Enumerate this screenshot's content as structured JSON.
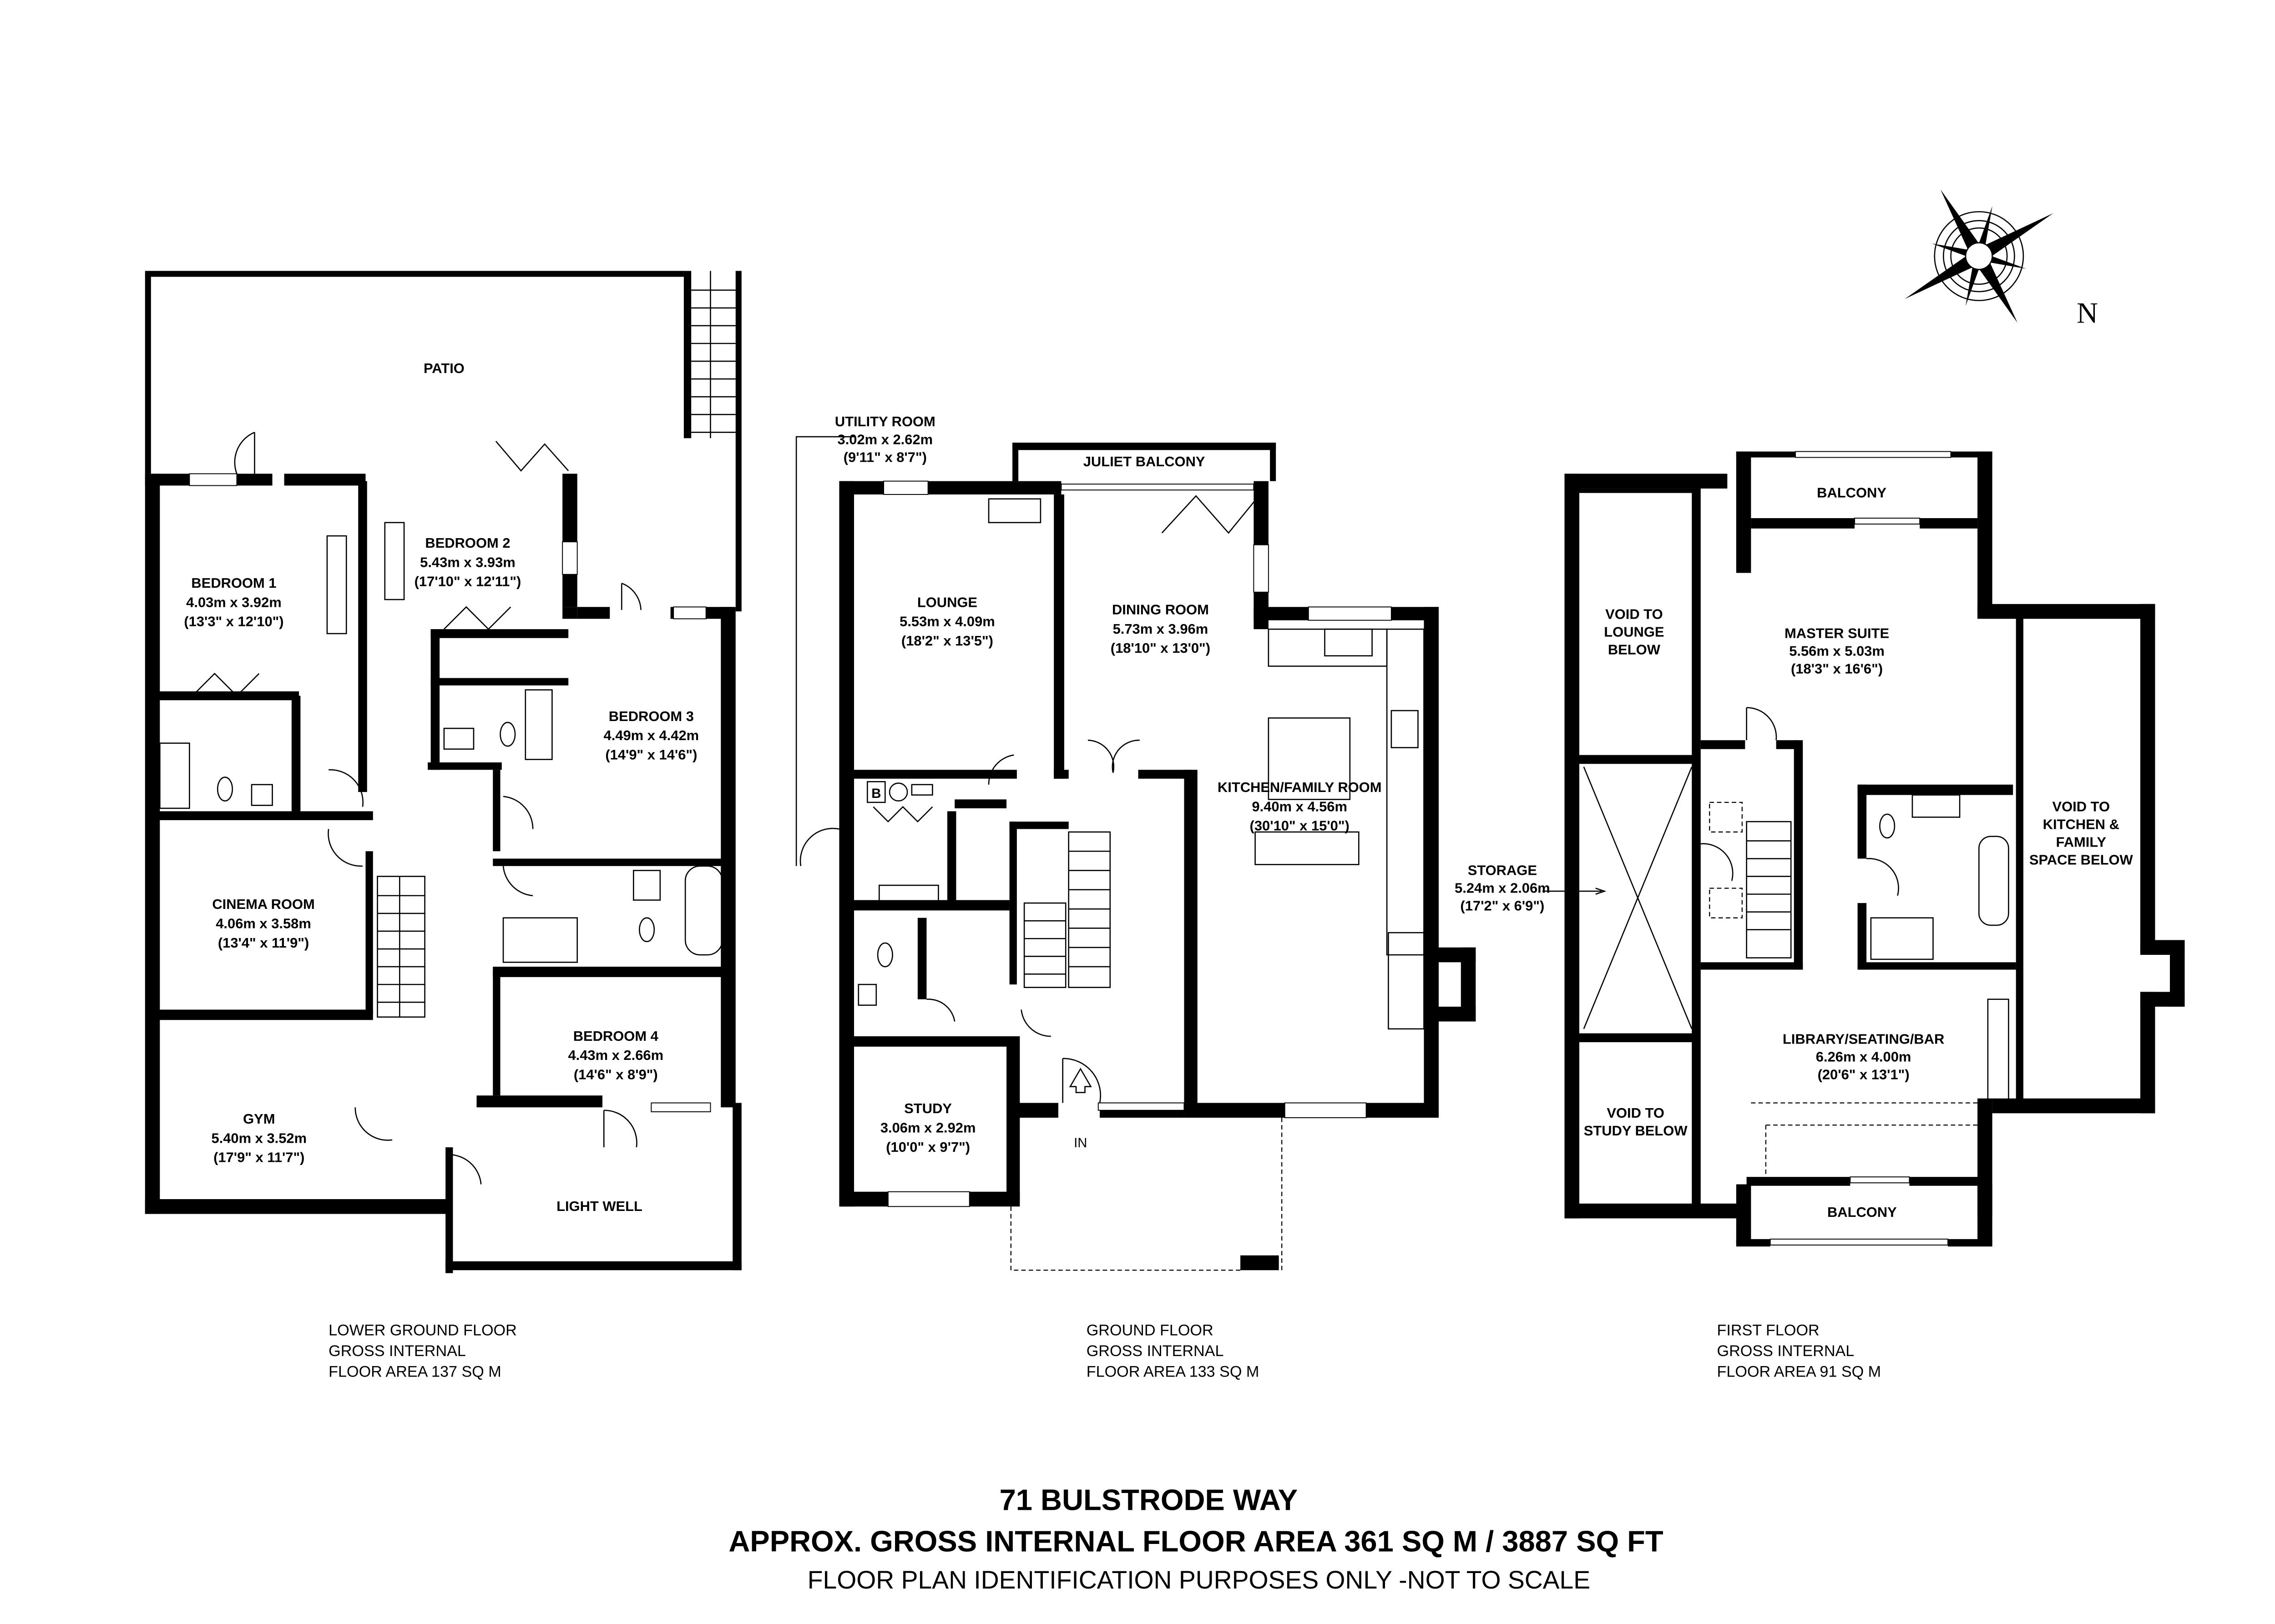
{
  "property": {
    "title": "71 BULSTRODE WAY",
    "total_area": "APPROX. GROSS INTERNAL FLOOR AREA 361 SQ M / 3887 SQ FT",
    "disclaimer": "FLOOR PLAN IDENTIFICATION PURPOSES ONLY -NOT TO SCALE"
  },
  "compass": {
    "icon": "compass-rose-icon",
    "label": "N"
  },
  "floors": {
    "lower_ground": {
      "caption": [
        "LOWER GROUND FLOOR",
        "GROSS INTERNAL",
        "FLOOR AREA 137 SQ M"
      ],
      "rooms": {
        "patio": {
          "name": "PATIO"
        },
        "bedroom1": {
          "name": "BEDROOM 1",
          "metric": "4.03m x 3.92m",
          "imperial": "(13'3\" x 12'10\")"
        },
        "bedroom2": {
          "name": "BEDROOM 2",
          "metric": "5.43m x 3.93m",
          "imperial": "(17'10\" x 12'11\")"
        },
        "bedroom3": {
          "name": "BEDROOM 3",
          "metric": "4.49m x 4.42m",
          "imperial": "(14'9\" x 14'6\")"
        },
        "cinema": {
          "name": "CINEMA ROOM",
          "metric": "4.06m x 3.58m",
          "imperial": "(13'4\" x 11'9\")"
        },
        "bedroom4": {
          "name": "BEDROOM 4",
          "metric": "4.43m x 2.66m",
          "imperial": "(14'6\" x 8'9\")"
        },
        "gym": {
          "name": "GYM",
          "metric": "5.40m x 3.52m",
          "imperial": "(17'9\" x 11'7\")"
        },
        "lightwell": {
          "name": "LIGHT WELL"
        }
      }
    },
    "ground": {
      "caption": [
        "GROUND FLOOR",
        "GROSS INTERNAL",
        "FLOOR AREA 133 SQ M"
      ],
      "rooms": {
        "utility": {
          "name": "UTILITY ROOM",
          "metric": "3.02m x 2.62m",
          "imperial": "(9'11\" x 8'7\")"
        },
        "juliet": {
          "name": "JULIET BALCONY"
        },
        "lounge": {
          "name": "LOUNGE",
          "metric": "5.53m x 4.09m",
          "imperial": "(18'2\" x 13'5\")"
        },
        "dining": {
          "name": "DINING ROOM",
          "metric": "5.73m x 3.96m",
          "imperial": "(18'10\" x 13'0\")"
        },
        "kitchen": {
          "name": "KITCHEN/FAMILY ROOM",
          "metric": "9.40m x 4.56m",
          "imperial": "(30'10\" x 15'0\")"
        },
        "storage": {
          "name": "STORAGE",
          "metric": "5.24m x 2.06m",
          "imperial": "(17'2\" x 6'9\")"
        },
        "study": {
          "name": "STUDY",
          "metric": "3.06m x 2.92m",
          "imperial": "(10'0\" x 9'7\")"
        },
        "boiler": {
          "name": "B"
        },
        "entrance": {
          "name": "IN"
        }
      }
    },
    "first": {
      "caption": [
        "FIRST FLOOR",
        "GROSS INTERNAL",
        "FLOOR AREA 91 SQ M"
      ],
      "rooms": {
        "balcony_top": {
          "name": "BALCONY"
        },
        "void_lounge": {
          "lines": [
            "VOID TO",
            "LOUNGE",
            "BELOW"
          ]
        },
        "master": {
          "name": "MASTER SUITE",
          "metric": "5.56m x 5.03m",
          "imperial": "(18'3\" x 16'6\")"
        },
        "void_kitchen": {
          "lines": [
            "VOID TO",
            "KITCHEN &",
            "FAMILY",
            "SPACE BELOW"
          ]
        },
        "library": {
          "name": "LIBRARY/SEATING/BAR",
          "metric": "6.26m x 4.00m",
          "imperial": "(20'6\" x 13'1\")"
        },
        "void_study": {
          "lines": [
            "VOID TO",
            "STUDY BELOW"
          ]
        },
        "balcony_bottom": {
          "name": "BALCONY"
        }
      }
    }
  }
}
